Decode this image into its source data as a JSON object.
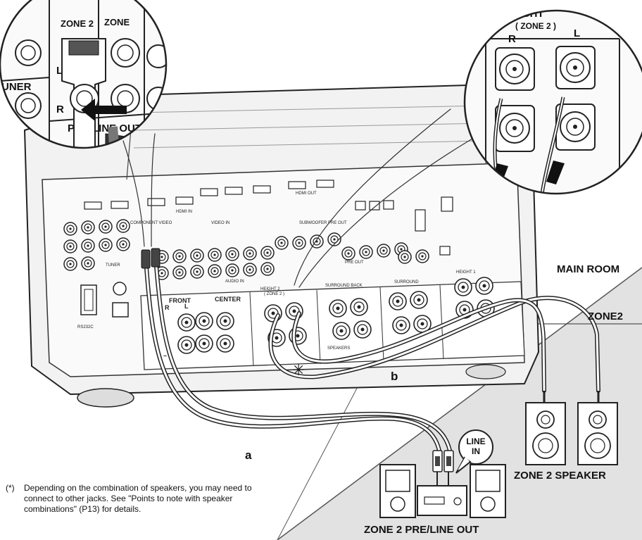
{
  "labels": {
    "main_room": "MAIN ROOM",
    "zone2": "ZONE2",
    "zone2_speaker": "ZONE 2 SPEAKER",
    "zone2_preline_out": "ZONE 2 PRE/LINE OUT",
    "line_in": [
      "LINE",
      "IN"
    ],
    "cable_a": "a",
    "cable_b": "b",
    "asterisk": "✳"
  },
  "magnifier_left": {
    "zone2": "ZONE 2",
    "zone_cut": "ZONE",
    "tuner_cut": "UNER",
    "ch_l": "L",
    "ch_r": "R",
    "preline_out": "PRE/LINE OUT"
  },
  "magnifier_right": {
    "height_cut": "HEIGHT",
    "zone2": "( ZONE 2 )",
    "ch_r": "R",
    "ch_l": "L"
  },
  "receiver_panel": {
    "hdmi_in": "HDMI IN",
    "hdmi_out": "HDMI OUT",
    "video_in": "VIDEO IN",
    "audio_in": "AUDIO IN",
    "component_video": "COMPONENT VIDEO",
    "tuner": "TUNER",
    "rs232c": "RS232C",
    "pre_out": "PRE OUT",
    "subwoofer_pre_out": "SUBWOOFER PRE OUT",
    "front": "FRONT",
    "center": "CENTER",
    "height2": "HEIGHT 2",
    "height2_zone": "( ZONE 2 )",
    "surround_back": "SURROUND BACK",
    "surround": "SURROUND",
    "height1": "HEIGHT 1",
    "speakers": "SPEAKERS",
    "plus": "+",
    "minus": "–",
    "ch_r": "R",
    "ch_l": "L"
  },
  "footnote": {
    "marker": "(*)",
    "text": "Depending on the combination of speakers, you may need to connect to other jacks. See \"Points to note with speaker combinations\" (P13) for details."
  }
}
